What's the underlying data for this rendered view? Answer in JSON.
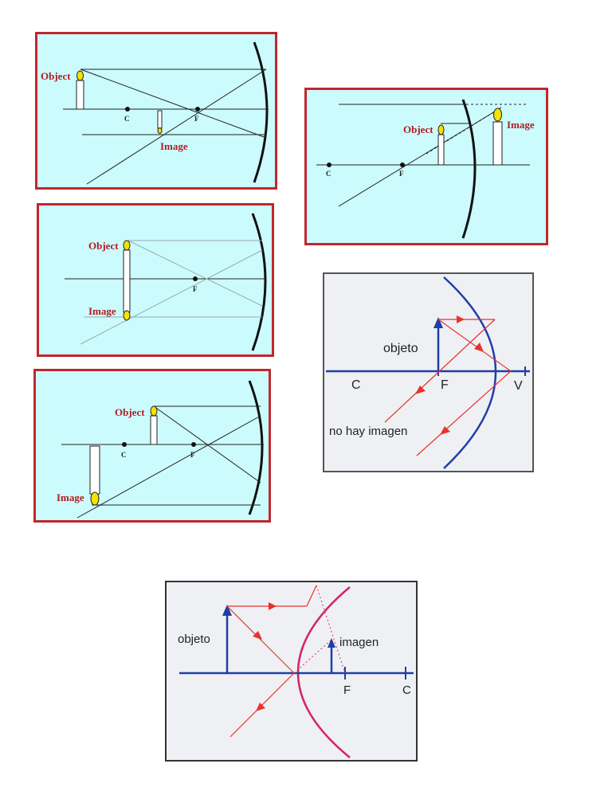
{
  "colors": {
    "panel_bg": "#ccfbfd",
    "panel_border": "#c0272d",
    "label_red": "#b01e23",
    "axis_blue": "#1f3fa8",
    "ray_red": "#e8332a",
    "mirror_pink": "#d4236b"
  },
  "panel1": {
    "object_label": "Object",
    "center_label": "C",
    "focus_label": "F",
    "image_label": "Image"
  },
  "panel2": {
    "object_label": "Object",
    "image_label": "Image",
    "center_label": "C",
    "focus_label": "F"
  },
  "panel3": {
    "object_label": "Object",
    "image_label": "Image",
    "focus_label": "F"
  },
  "panel4": {
    "object_label": "Object",
    "center_label": "C",
    "focus_label": "F",
    "image_label": "Image"
  },
  "panel5": {
    "object_label": "objeto",
    "center_label": "C",
    "focus_label": "F",
    "vertex_label": "V",
    "no_image_label": "no hay imagen"
  },
  "panel6": {
    "object_label": "objeto",
    "image_label": "imagen",
    "focus_label": "F",
    "center_label": "C"
  }
}
